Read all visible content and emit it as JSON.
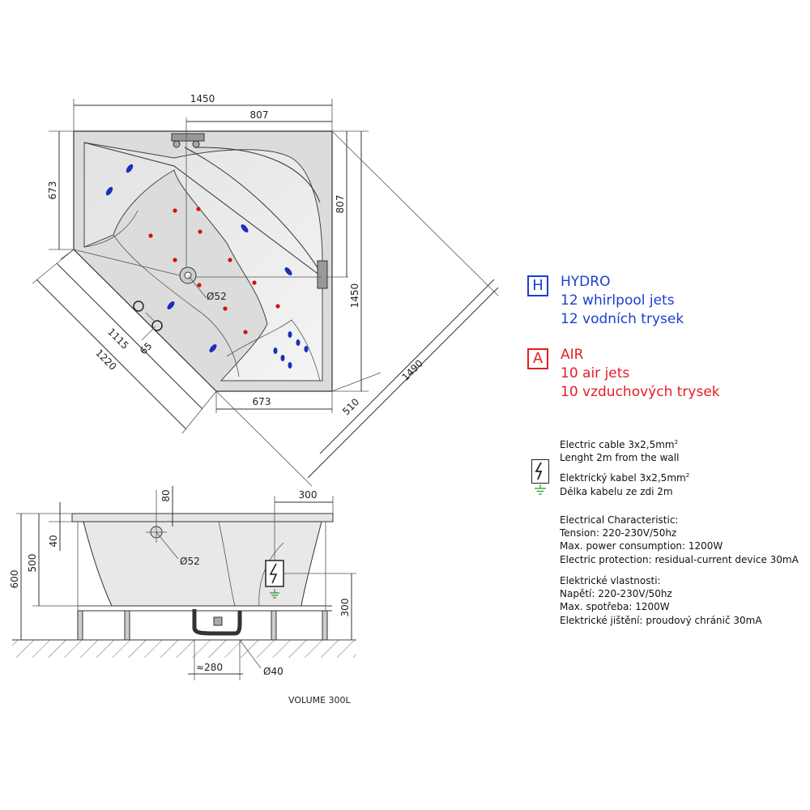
{
  "top_view": {
    "dims": {
      "width_total": "1450",
      "width_partial": "807",
      "left_height": "673",
      "right_height": "807",
      "right_height_total": "1450",
      "bottom_width": "673",
      "diag_1115": "1115",
      "diag_1220": "1220",
      "diag_65": "65",
      "diag_1490": "1490",
      "diag_510": "510",
      "drain_diameter": "Ø52"
    }
  },
  "side_view": {
    "dims": {
      "rim_80": "80",
      "right_300": "300",
      "h_40": "40",
      "h_500": "500",
      "h_600": "600",
      "right_h_300": "300",
      "drain_diameter": "Ø52",
      "waste_280": "≈280",
      "waste_diameter": "Ø40"
    },
    "volume": "VOLUME 300L"
  },
  "legend": {
    "hydro": {
      "letter": "H",
      "title": "HYDRO",
      "line1": "12 whirlpool jets",
      "line2": "12 vodních trysek",
      "color": "#1a3fd0"
    },
    "air": {
      "letter": "A",
      "title": "AIR",
      "line1": "10 air jets",
      "line2": "10 vzduchových trysek",
      "color": "#e31e24"
    }
  },
  "electric": {
    "cable_en_prefix": "Electric cable 3x2,5mm",
    "cable_sup": "2",
    "cable_en_length": "Lenght 2m from the wall",
    "cable_cz_prefix": "Elektrický kabel 3x2,5mm",
    "cable_cz_length": "Délka kabelu ze zdi 2m",
    "char_en_title": "Electrical Characteristic:",
    "char_en_tension": "Tension: 220-230V/50hz",
    "char_en_power": "Max. power consumption: 1200W",
    "char_en_protection": "Electric protection: residual-current device 30mA",
    "char_cz_title": "Elektrické vlastnosti:",
    "char_cz_tension": "Napětí: 220-230V/50hz",
    "char_cz_power": "Max. spotřeba: 1200W",
    "char_cz_protection": "Elektrické jištění: proudový chránič 30mA"
  }
}
